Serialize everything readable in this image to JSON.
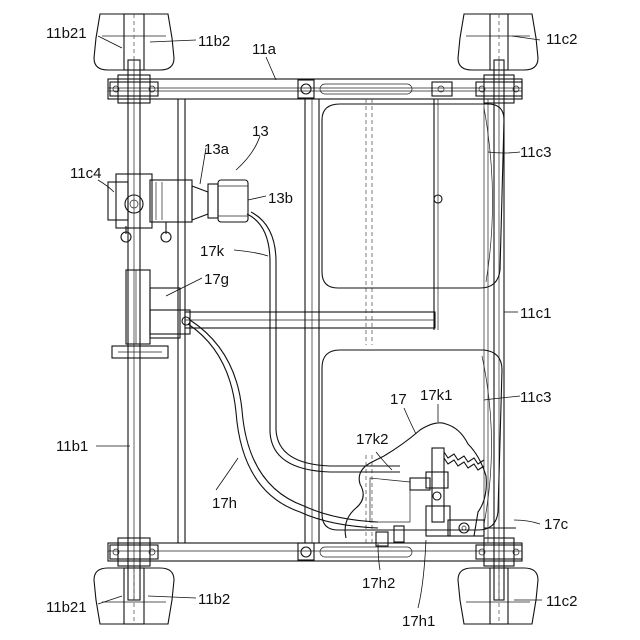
{
  "labels": {
    "l_11b21_top": "11b21",
    "l_11b2_top": "11b2",
    "l_11a": "11a",
    "l_11c2_top": "11c2",
    "l_13": "13",
    "l_13a": "13a",
    "l_11c4": "11c4",
    "l_13b": "13b",
    "l_11c3_top": "11c3",
    "l_17k": "17k",
    "l_17g": "17g",
    "l_11c1": "11c1",
    "l_17k1": "17k1",
    "l_11c3_bot": "11c3",
    "l_17": "17",
    "l_11b1": "11b1",
    "l_17k2": "17k2",
    "l_17h": "17h",
    "l_17c": "17c",
    "l_17h2": "17h2",
    "l_11b21_bot": "11b21",
    "l_11b2_bot": "11b2",
    "l_11c2_bot": "11c2",
    "l_17h1": "17h1"
  }
}
